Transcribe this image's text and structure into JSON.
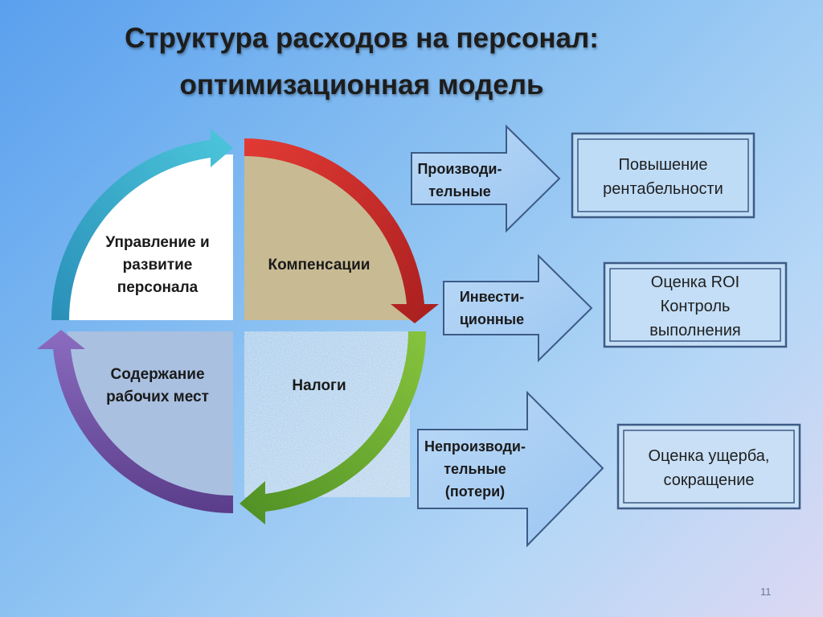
{
  "slide": {
    "title_line1": "Структура расходов на персонал:",
    "title_line2": "оптимизационная модель",
    "page_number": "11"
  },
  "quadrants": {
    "top_left": [
      "Управление и",
      "развитие",
      "персонала"
    ],
    "top_right": [
      "Компенсации"
    ],
    "bottom_left": [
      "Содержание",
      "рабочих мест"
    ],
    "bottom_right": [
      "Налоги"
    ]
  },
  "categories": [
    {
      "label": [
        "Производи-",
        "тельные"
      ],
      "result": [
        "Повышение",
        "рентабельности"
      ]
    },
    {
      "label": [
        "Инвести-",
        "ционные"
      ],
      "result": [
        "Оценка ROI",
        "Контроль",
        "выполнения"
      ]
    },
    {
      "label": [
        "Непроизводи-",
        "тельные",
        "(потери)"
      ],
      "result": [
        "Оценка ущерба,",
        "сокращение"
      ]
    }
  ],
  "colors": {
    "arrow_top_left": "#2ea6c8",
    "arrow_top_right": "#c92a2a",
    "arrow_bottom_right": "#6aa830",
    "arrow_bottom_left": "#6a4a9a",
    "quad_top_right": "#c8bb94",
    "quad_bottom_left": "#a9c0e0",
    "box_border": "#3d5b86"
  }
}
